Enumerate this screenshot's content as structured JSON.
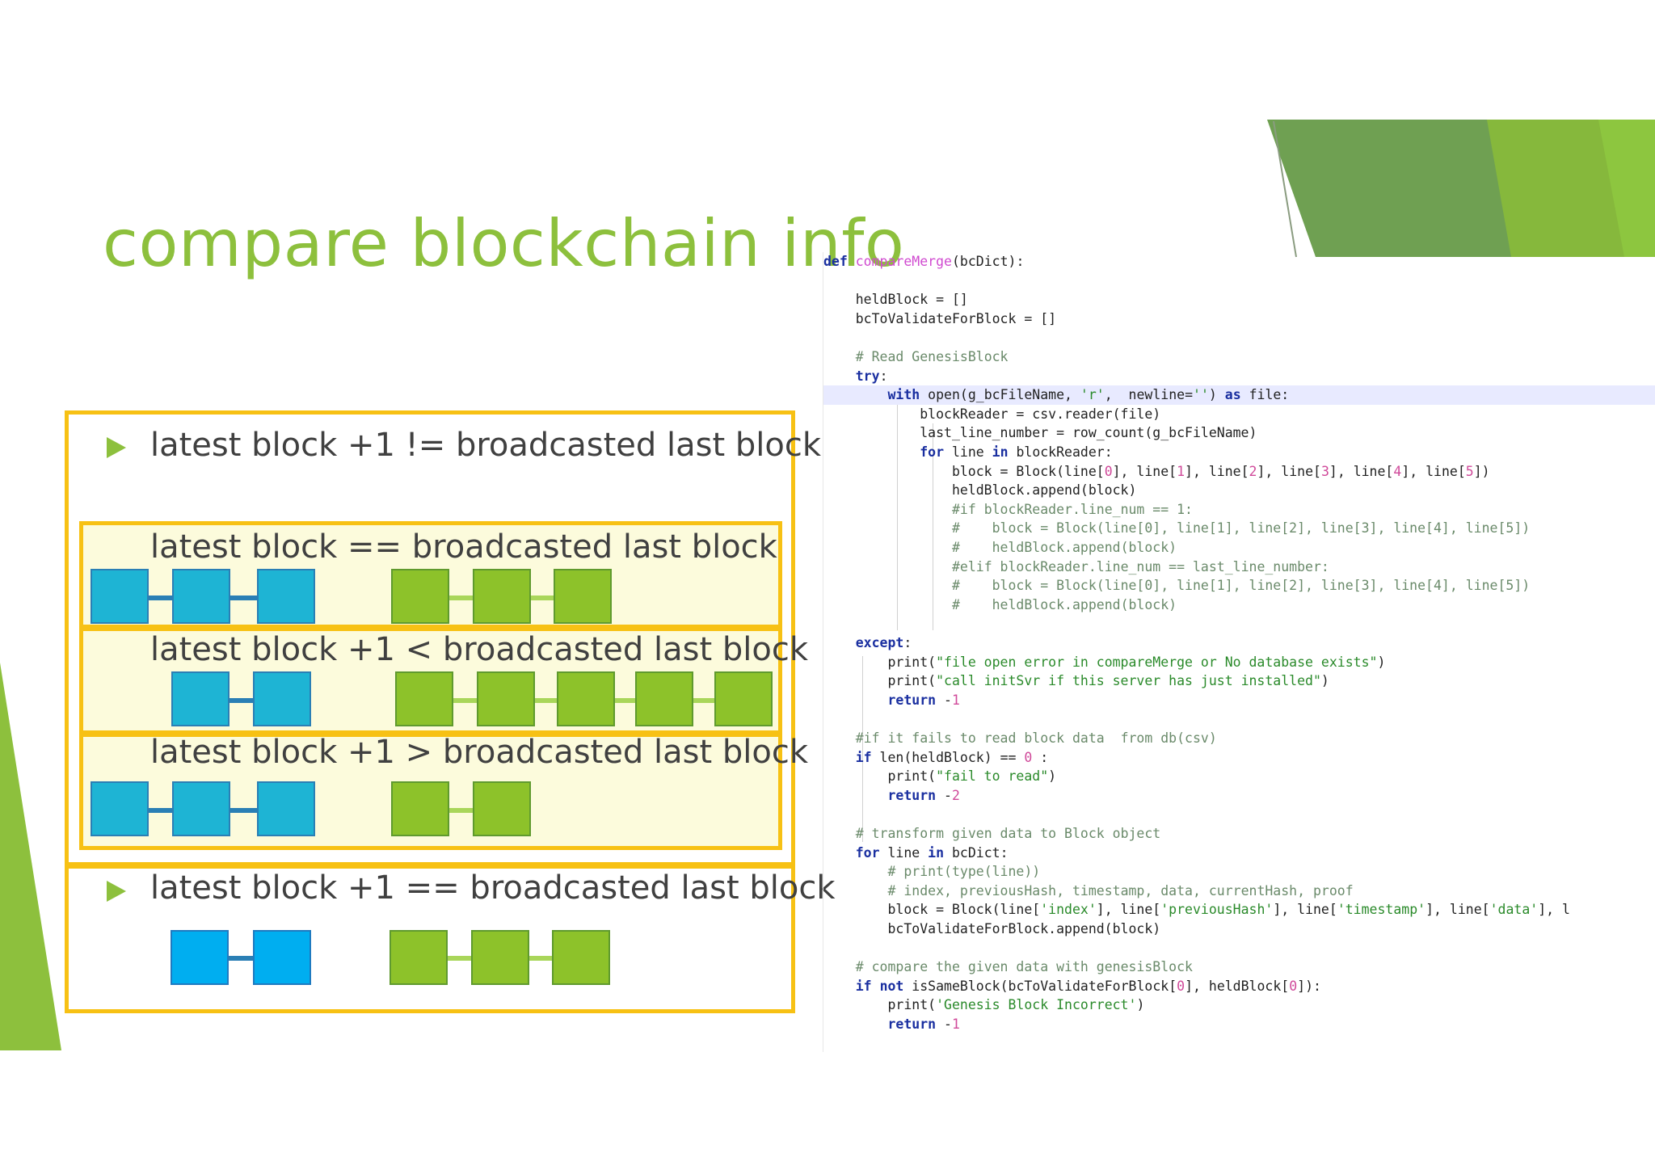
{
  "title": "compare blockchain info",
  "colors": {
    "accent": "#8dc03d",
    "box_border": "#f7c114",
    "block_blue": "#1eb4d4",
    "block_green": "#8dc22a"
  },
  "cases": [
    {
      "label": "latest block +1 != broadcasted last block",
      "bullet": true
    },
    {
      "label": "latest block == broadcasted last block",
      "bullet": false
    },
    {
      "label": "latest block +1 < broadcasted last block",
      "bullet": false
    },
    {
      "label": "latest block +1 > broadcasted last block",
      "bullet": false
    },
    {
      "label": "latest block +1 == broadcasted last block",
      "bullet": true
    }
  ],
  "code_lines": [
    "def compareMerge(bcDict):",
    "",
    "    heldBlock = []",
    "    bcToValidateForBlock = []",
    "",
    "    # Read GenesisBlock",
    "    try:",
    "        with open(g_bcFileName, 'r',  newline='') as file:",
    "            blockReader = csv.reader(file)",
    "            last_line_number = row_count(g_bcFileName)",
    "            for line in blockReader:",
    "                block = Block(line[0], line[1], line[2], line[3], line[4], line[5])",
    "                heldBlock.append(block)",
    "                #if blockReader.line_num == 1:",
    "                #    block = Block(line[0], line[1], line[2], line[3], line[4], line[5])",
    "                #    heldBlock.append(block)",
    "                #elif blockReader.line_num == last_line_number:",
    "                #    block = Block(line[0], line[1], line[2], line[3], line[4], line[5])",
    "                #    heldBlock.append(block)",
    "",
    "    except:",
    "        print(\"file open error in compareMerge or No database exists\")",
    "        print(\"call initSvr if this server has just installed\")",
    "        return -1",
    "",
    "    #if it fails to read block data  from db(csv)",
    "    if len(heldBlock) == 0 :",
    "        print(\"fail to read\")",
    "        return -2",
    "",
    "    # transform given data to Block object",
    "    for line in bcDict:",
    "        # print(type(line))",
    "        # index, previousHash, timestamp, data, currentHash, proof",
    "        block = Block(line['index'], line['previousHash'], line['timestamp'], line['data'], l",
    "        bcToValidateForBlock.append(block)",
    "",
    "    # compare the given data with genesisBlock",
    "    if not isSameBlock(bcToValidateForBlock[0], heldBlock[0]):",
    "        print('Genesis Block Incorrect')",
    "        return -1"
  ]
}
